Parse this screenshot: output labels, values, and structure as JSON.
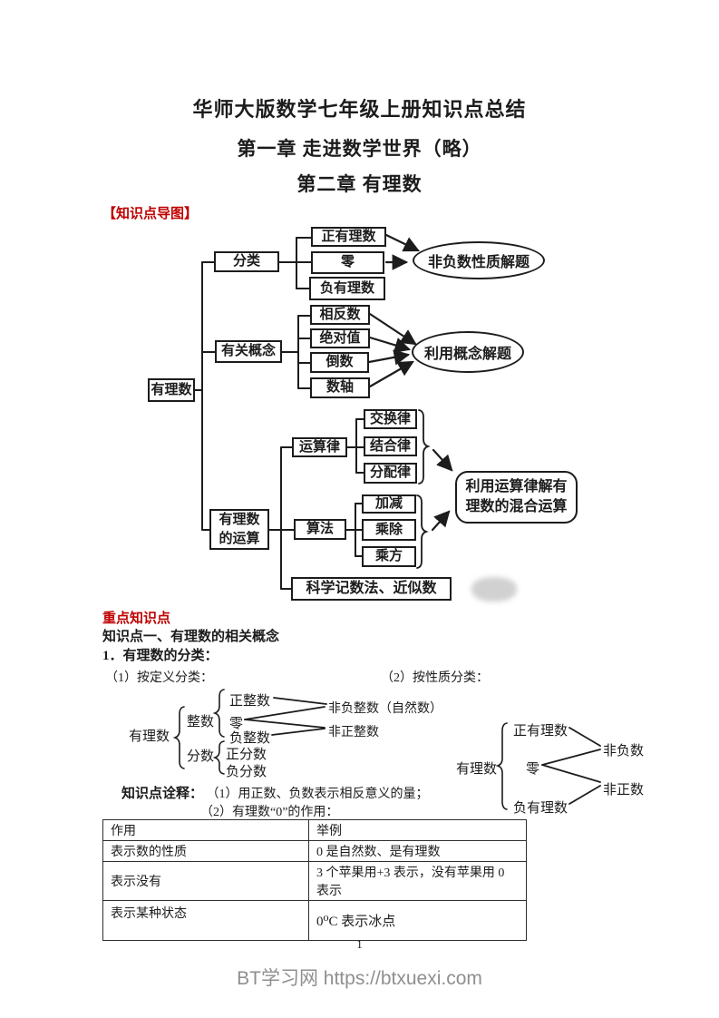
{
  "colors": {
    "heading_red": "#c00000",
    "ink": "#1c1c1c",
    "watermark_gray": "#8f8f8f"
  },
  "header": {
    "title": "华师大版数学七年级上册知识点总结",
    "chapter1": "第一章 走进数学世界（略）",
    "chapter2": "第二章 有理数",
    "map_section_label": "【知识点导图】"
  },
  "mindmap": {
    "root": "有理数",
    "classify": "分类",
    "pos_rational": "正有理数",
    "zero": "零",
    "neg_rational": "负有理数",
    "ellipse_nonneg": "非负数性质解题",
    "concepts": "有关概念",
    "opposite": "相反数",
    "absolute": "绝对值",
    "reciprocal": "倒数",
    "number_line": "数轴",
    "ellipse_concept": "利用概念解题",
    "operations": "有理数\n的运算",
    "op_laws": "运算律",
    "commutative": "交换律",
    "associative": "结合律",
    "distributive": "分配律",
    "methods": "算法",
    "add_sub": "加减",
    "mul_div": "乘除",
    "power": "乘方",
    "sci_notation": "科学记数法、近似数",
    "result": "利用运算律解有\n理数的混合运算"
  },
  "sections": {
    "key_heading": "重点知识点",
    "topic1": "知识点一、有理数的相关概念",
    "item1": "1．有理数的分类：",
    "by_definition": "（1）按定义分类：",
    "by_property": "（2）按性质分类：",
    "note_label": "知识点诠释：",
    "note1": "（1）用正数、负数表示相反意义的量；",
    "note2": "（2）有理数“0”的作用："
  },
  "def_diagram": {
    "root": "有理数",
    "integer": "整数",
    "pos_int": "正整数",
    "zero": "零",
    "neg_int": "负整数",
    "fraction": "分数",
    "pos_frac": "正分数",
    "neg_frac": "负分数",
    "nonneg_int": "非负整数（自然数）",
    "nonpos_int": "非正整数"
  },
  "prop_diagram": {
    "root": "有理数",
    "pos": "正有理数",
    "zero": "零",
    "neg": "负有理数",
    "nonneg": "非负数",
    "nonpos": "非正数"
  },
  "table": {
    "headers": [
      "作用",
      "举例"
    ],
    "rows": [
      [
        "表示数的性质",
        "0 是自然数、是有理数"
      ],
      [
        "表示没有",
        "3 个苹果用+3 表示，没有苹果用 0 表示"
      ],
      [
        "表示某种状态",
        "0⁰C 表示冰点"
      ]
    ]
  },
  "footer": {
    "page_number": "1",
    "watermark": "BT学习网 https://btxuexi.com"
  }
}
